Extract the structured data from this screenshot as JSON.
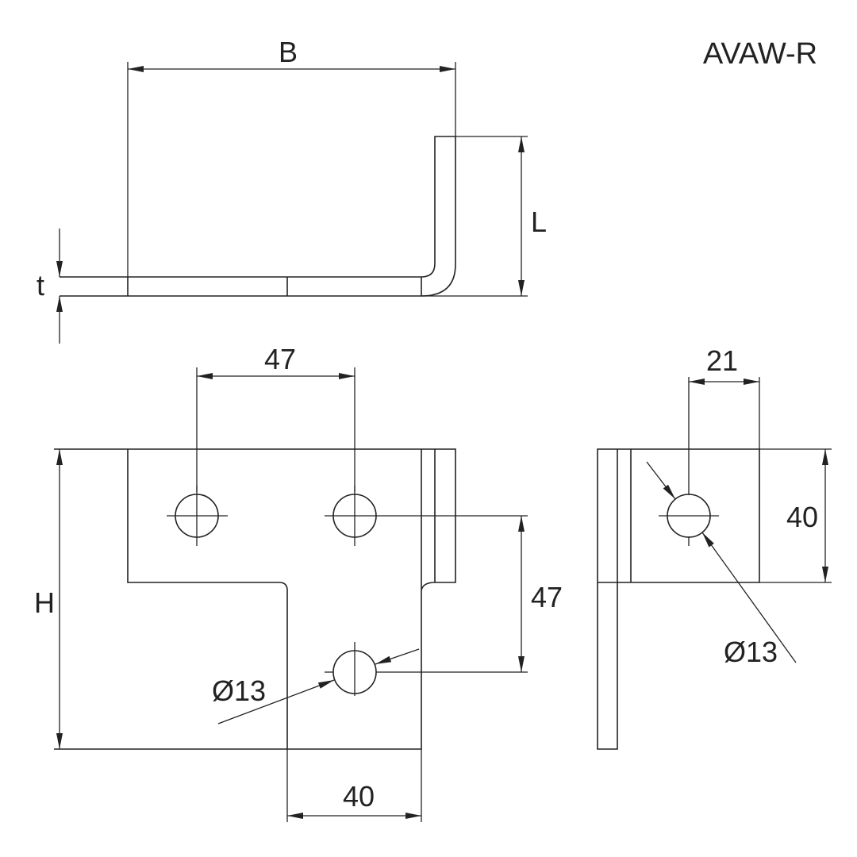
{
  "title": "AVAW-R",
  "top_view": {
    "width_label": "B",
    "leg_label": "L",
    "thickness_label": "t"
  },
  "front_view": {
    "hole_spacing_horizontal": "47",
    "hole_spacing_vertical": "47",
    "height_label": "H",
    "bottom_width": "40",
    "hole_diameter": "Ø13"
  },
  "side_view": {
    "hole_offset": "21",
    "flange_height": "40",
    "hole_diameter": "Ø13"
  },
  "colors": {
    "line": "#222222",
    "background": "#ffffff"
  }
}
